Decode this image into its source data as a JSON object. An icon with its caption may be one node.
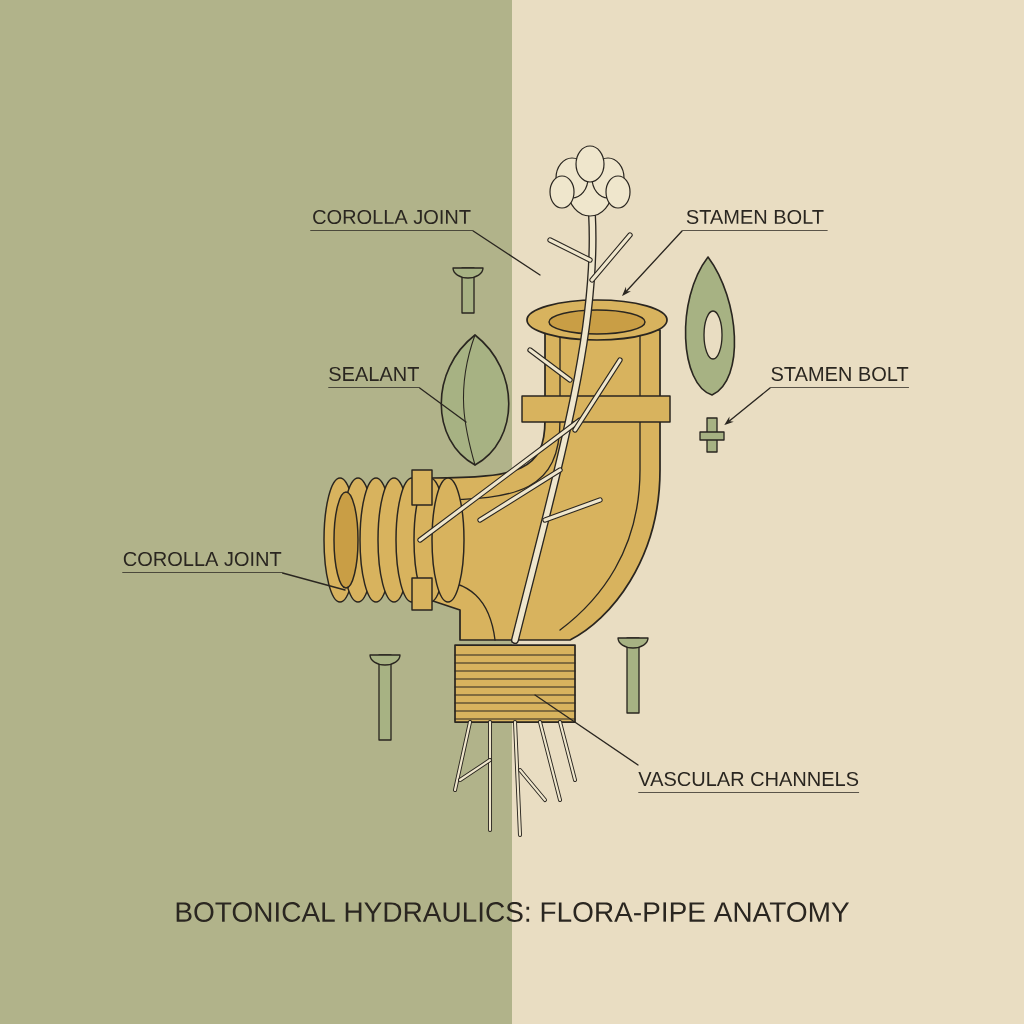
{
  "diagram": {
    "title": "BOTONICAL HYDRAULICS: FLORA-PIPE ANATOMY",
    "nodes": [
      {
        "text": [
          "COROLLA JOINT"
        ]
      },
      {
        "text": [
          "STAMEN BOLT"
        ]
      },
      {
        "text": [
          "SEALANT"
        ]
      },
      {
        "text": [
          "STAMEN BOLT"
        ]
      },
      {
        "text": [
          "COROLLA JOINT"
        ]
      },
      {
        "text": [
          "VASCULAR CHANNELS"
        ]
      },
      {
        "text": [],
        "shape": "picture"
      }
    ],
    "edges": [
      {
        "from": 0,
        "to": null,
        "arrow": "none"
      },
      {
        "from": 1,
        "to": null,
        "arrow": "to"
      },
      {
        "from": 2,
        "to": null,
        "arrow": "none"
      },
      {
        "from": 3,
        "to": 6,
        "arrow": "to"
      },
      {
        "from": 4,
        "to": null,
        "arrow": "none"
      },
      {
        "from": 5,
        "to": null,
        "arrow": "none"
      }
    ]
  }
}
